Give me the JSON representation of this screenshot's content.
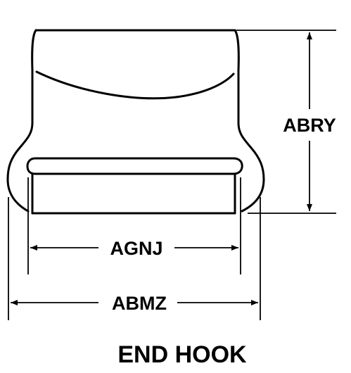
{
  "diagram": {
    "title": "END HOOK",
    "dimensions": {
      "height_label": "ABRY",
      "inner_width_label": "AGNJ",
      "outer_width_label": "ABMZ"
    }
  },
  "colors": {
    "line": "#000000",
    "background": "#ffffff"
  }
}
